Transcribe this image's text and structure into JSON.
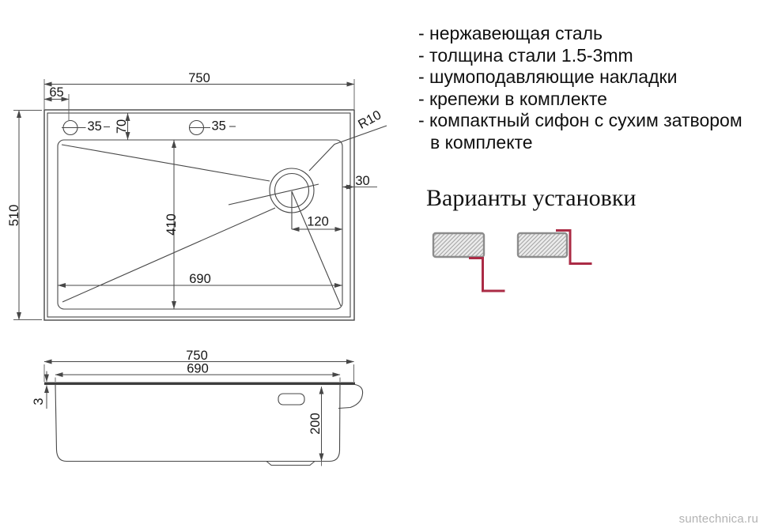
{
  "features": {
    "items": [
      "- нержавеющая сталь",
      "- толщина стали 1.5-3mm",
      "- шумоподавляющие накладки",
      "- крепежи в комплекте",
      "- компактный сифон с сухим затвором\nв комплекте"
    ]
  },
  "installation": {
    "heading": "Варианты установки"
  },
  "top_view": {
    "dim_width": "750",
    "dim_hole_offset": "65",
    "dim_hole1": "35",
    "dim_hole2": "35",
    "dim_deck": "70",
    "dim_height": "510",
    "dim_bowl_height": "410",
    "dim_bowl_width": "690",
    "dim_corner_radius": "R10",
    "dim_edge_gap": "30",
    "dim_drain_offset": "120"
  },
  "side_view": {
    "dim_width": "750",
    "dim_bowl_width": "690",
    "dim_rim_thickness": "3",
    "dim_depth": "200"
  },
  "watermark": "suntechnica.ru",
  "colors": {
    "line": "#474747",
    "accent_red": "#ab2b45",
    "hatch_border": "#8c8c8c"
  }
}
